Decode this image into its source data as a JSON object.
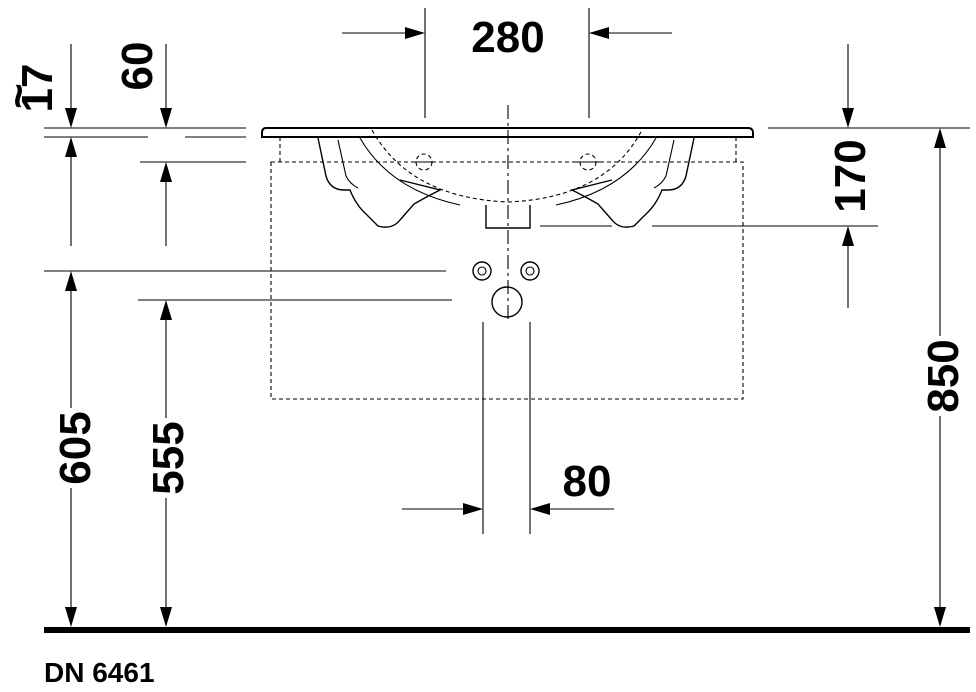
{
  "drawing": {
    "code": "DN 6461",
    "dimensions": {
      "basin_width": "280",
      "top_offset_prefix": "~",
      "top_offset": "17",
      "rim_height": "60",
      "basin_depth": "170",
      "total_height": "850",
      "supply_height": "605",
      "waste_height": "555",
      "supply_spacing": "80"
    }
  }
}
